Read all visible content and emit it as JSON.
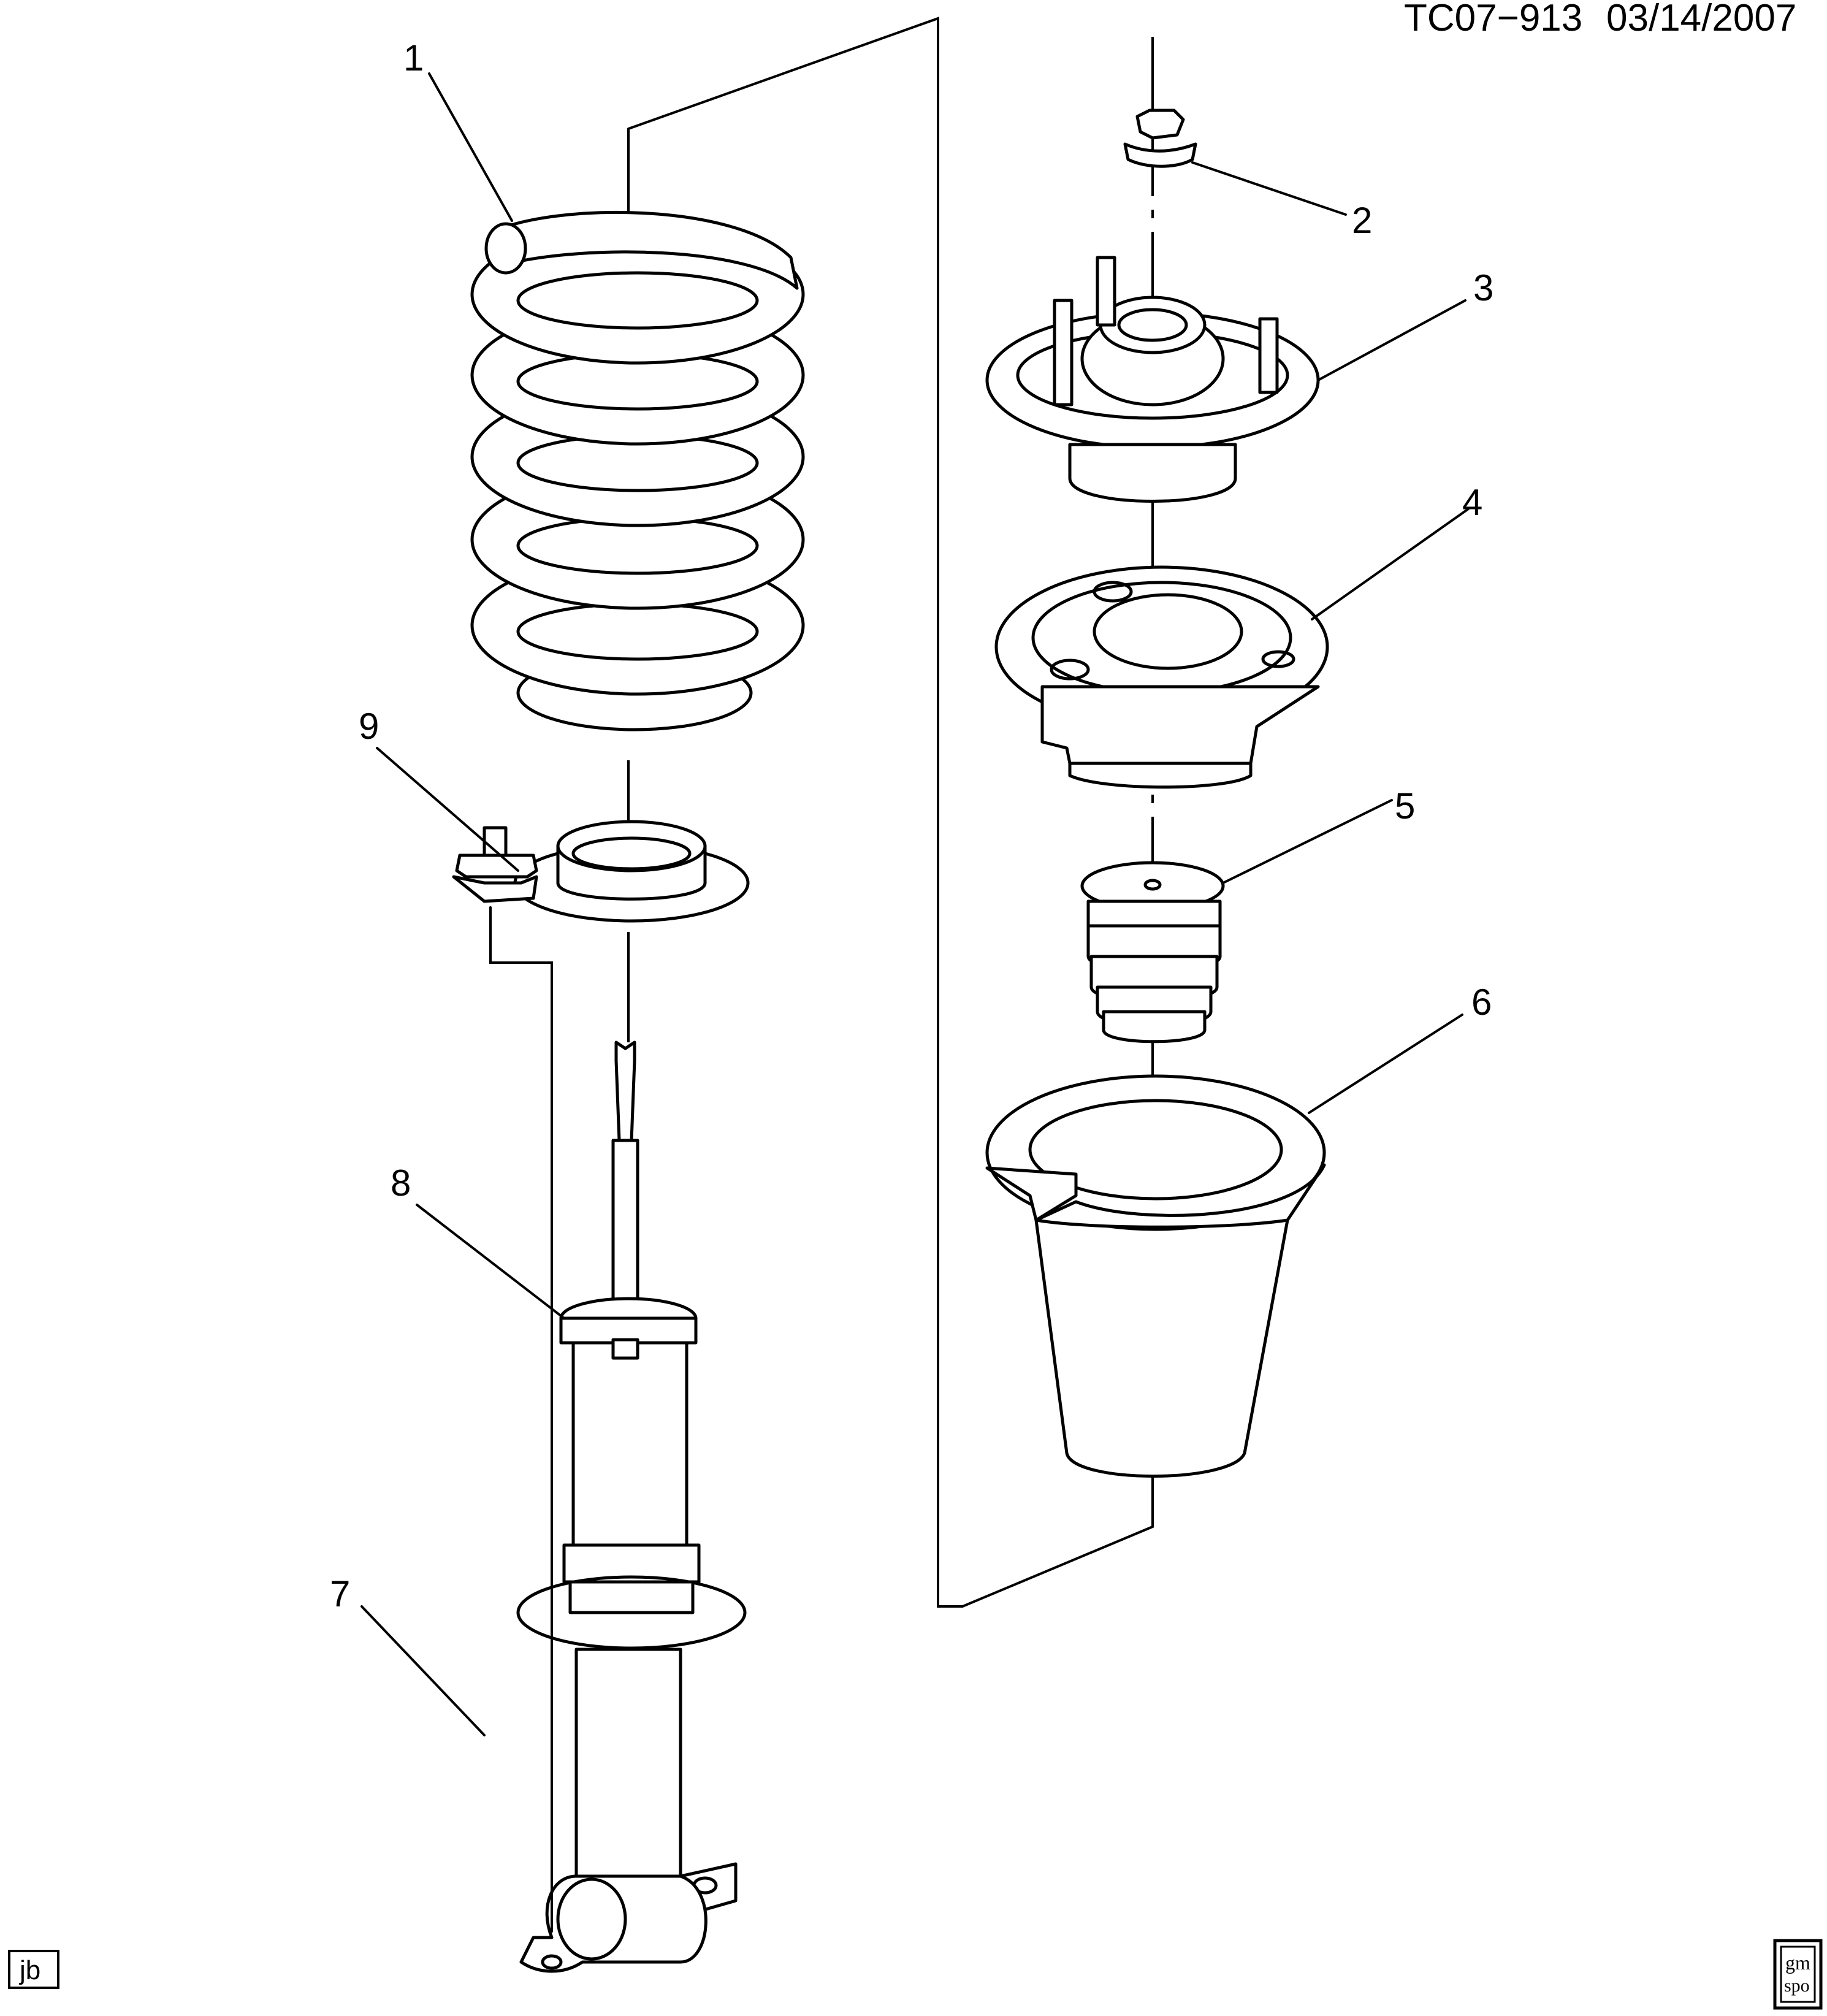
{
  "header": {
    "diagram_id": "TC07−913",
    "date": "03/14/2007"
  },
  "callouts": [
    {
      "id": "callout-1",
      "label": "1"
    },
    {
      "id": "callout-2",
      "label": "2"
    },
    {
      "id": "callout-3",
      "label": "3"
    },
    {
      "id": "callout-4",
      "label": "4"
    },
    {
      "id": "callout-5",
      "label": "5"
    },
    {
      "id": "callout-6",
      "label": "6"
    },
    {
      "id": "callout-7",
      "label": "7"
    },
    {
      "id": "callout-8",
      "label": "8"
    },
    {
      "id": "callout-9",
      "label": "9"
    }
  ],
  "footer": {
    "author_initials": "jb",
    "logo_line1": "gm",
    "logo_line2": "spo"
  }
}
